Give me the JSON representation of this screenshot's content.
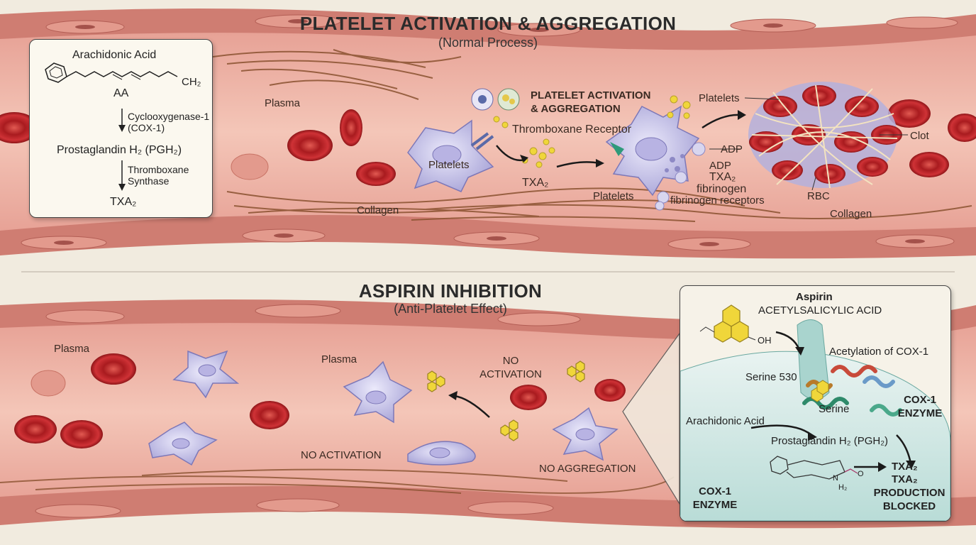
{
  "top": {
    "title": "PLATELET ACTIVATION & AGGREGATION",
    "subtitle": "(Normal Process)",
    "pathway": {
      "step1": "Arachidonic Acid",
      "ch2": "CH₂",
      "aa": "AA",
      "enzyme1_line1": "Cyclooxygenase-1",
      "enzyme1_line2": "(COX-1)",
      "step2": "Prostaglandin H₂ (PGH₂)",
      "enzyme2_line1": "Thromboxane",
      "enzyme2_line2": "Synthase",
      "step3": "TXA₂"
    },
    "labels": {
      "plasma": "Plasma",
      "platelets_left": "Platelets",
      "activation_line1": "PLATELET ACTIVATION",
      "activation_line2": "& AGGREGATION",
      "thromboxane_receptor": "Thromboxane Receptor",
      "txa2": "TXA₂",
      "platelets_mid": "Platelets",
      "adp_inner": "ADP",
      "txa2_inner": "TXA₂",
      "fibrinogen": "fibrinogen",
      "fibrinogen_receptors": "fibrinogen receptors",
      "adp_outer": "ADP",
      "platelets_right": "Platelets",
      "clot": "Clot",
      "rbc": "RBC",
      "collagen_left": "Collagen",
      "collagen_right": "Collagen"
    }
  },
  "bottom": {
    "title": "ASPIRIN INHIBITION",
    "subtitle": "(Anti-Platelet Effect)",
    "labels": {
      "plasma_left": "Plasma",
      "plasma_mid": "Plasma",
      "no_activation_a_line1": "NO",
      "no_activation_a_line2": "ACTIVATION",
      "no_activation_b": "NO ACTIVATION",
      "no_aggregation": "NO AGGREGATION"
    },
    "inset": {
      "aspirin": "Aspirin",
      "aspirin_full": "ACETYLSALICYLIC ACID",
      "oh": "OH",
      "acetylation": "Acetylation of COX-1",
      "serine_530": "Serine 530",
      "serine": "Serine",
      "cox1_right_line1": "COX-1",
      "cox1_right_line2": "ENZYME",
      "arachidonic": "Arachidonic Acid",
      "pgh2": "Prostaglandin H₂ (PGH₂)",
      "n_label": "N",
      "h2_label": "H₂",
      "o_label": "O",
      "txa2_a": "TXA₂",
      "txa2_b": "TXA₂",
      "blocked_line1": "PRODUCTION",
      "blocked_line2": "BLOCKED",
      "cox1_left_line1": "COX-1",
      "cox1_left_line2": "ENZYME"
    }
  },
  "colors": {
    "vessel_wall": "#d98b80",
    "lumen": "#eeb5a8",
    "rbc": "#c8282a",
    "platelet": "#c9c6ea",
    "collagen": "#8a5230",
    "aspirin_hex": "#f0d63a",
    "inset_bg": "#cfe6e3"
  }
}
